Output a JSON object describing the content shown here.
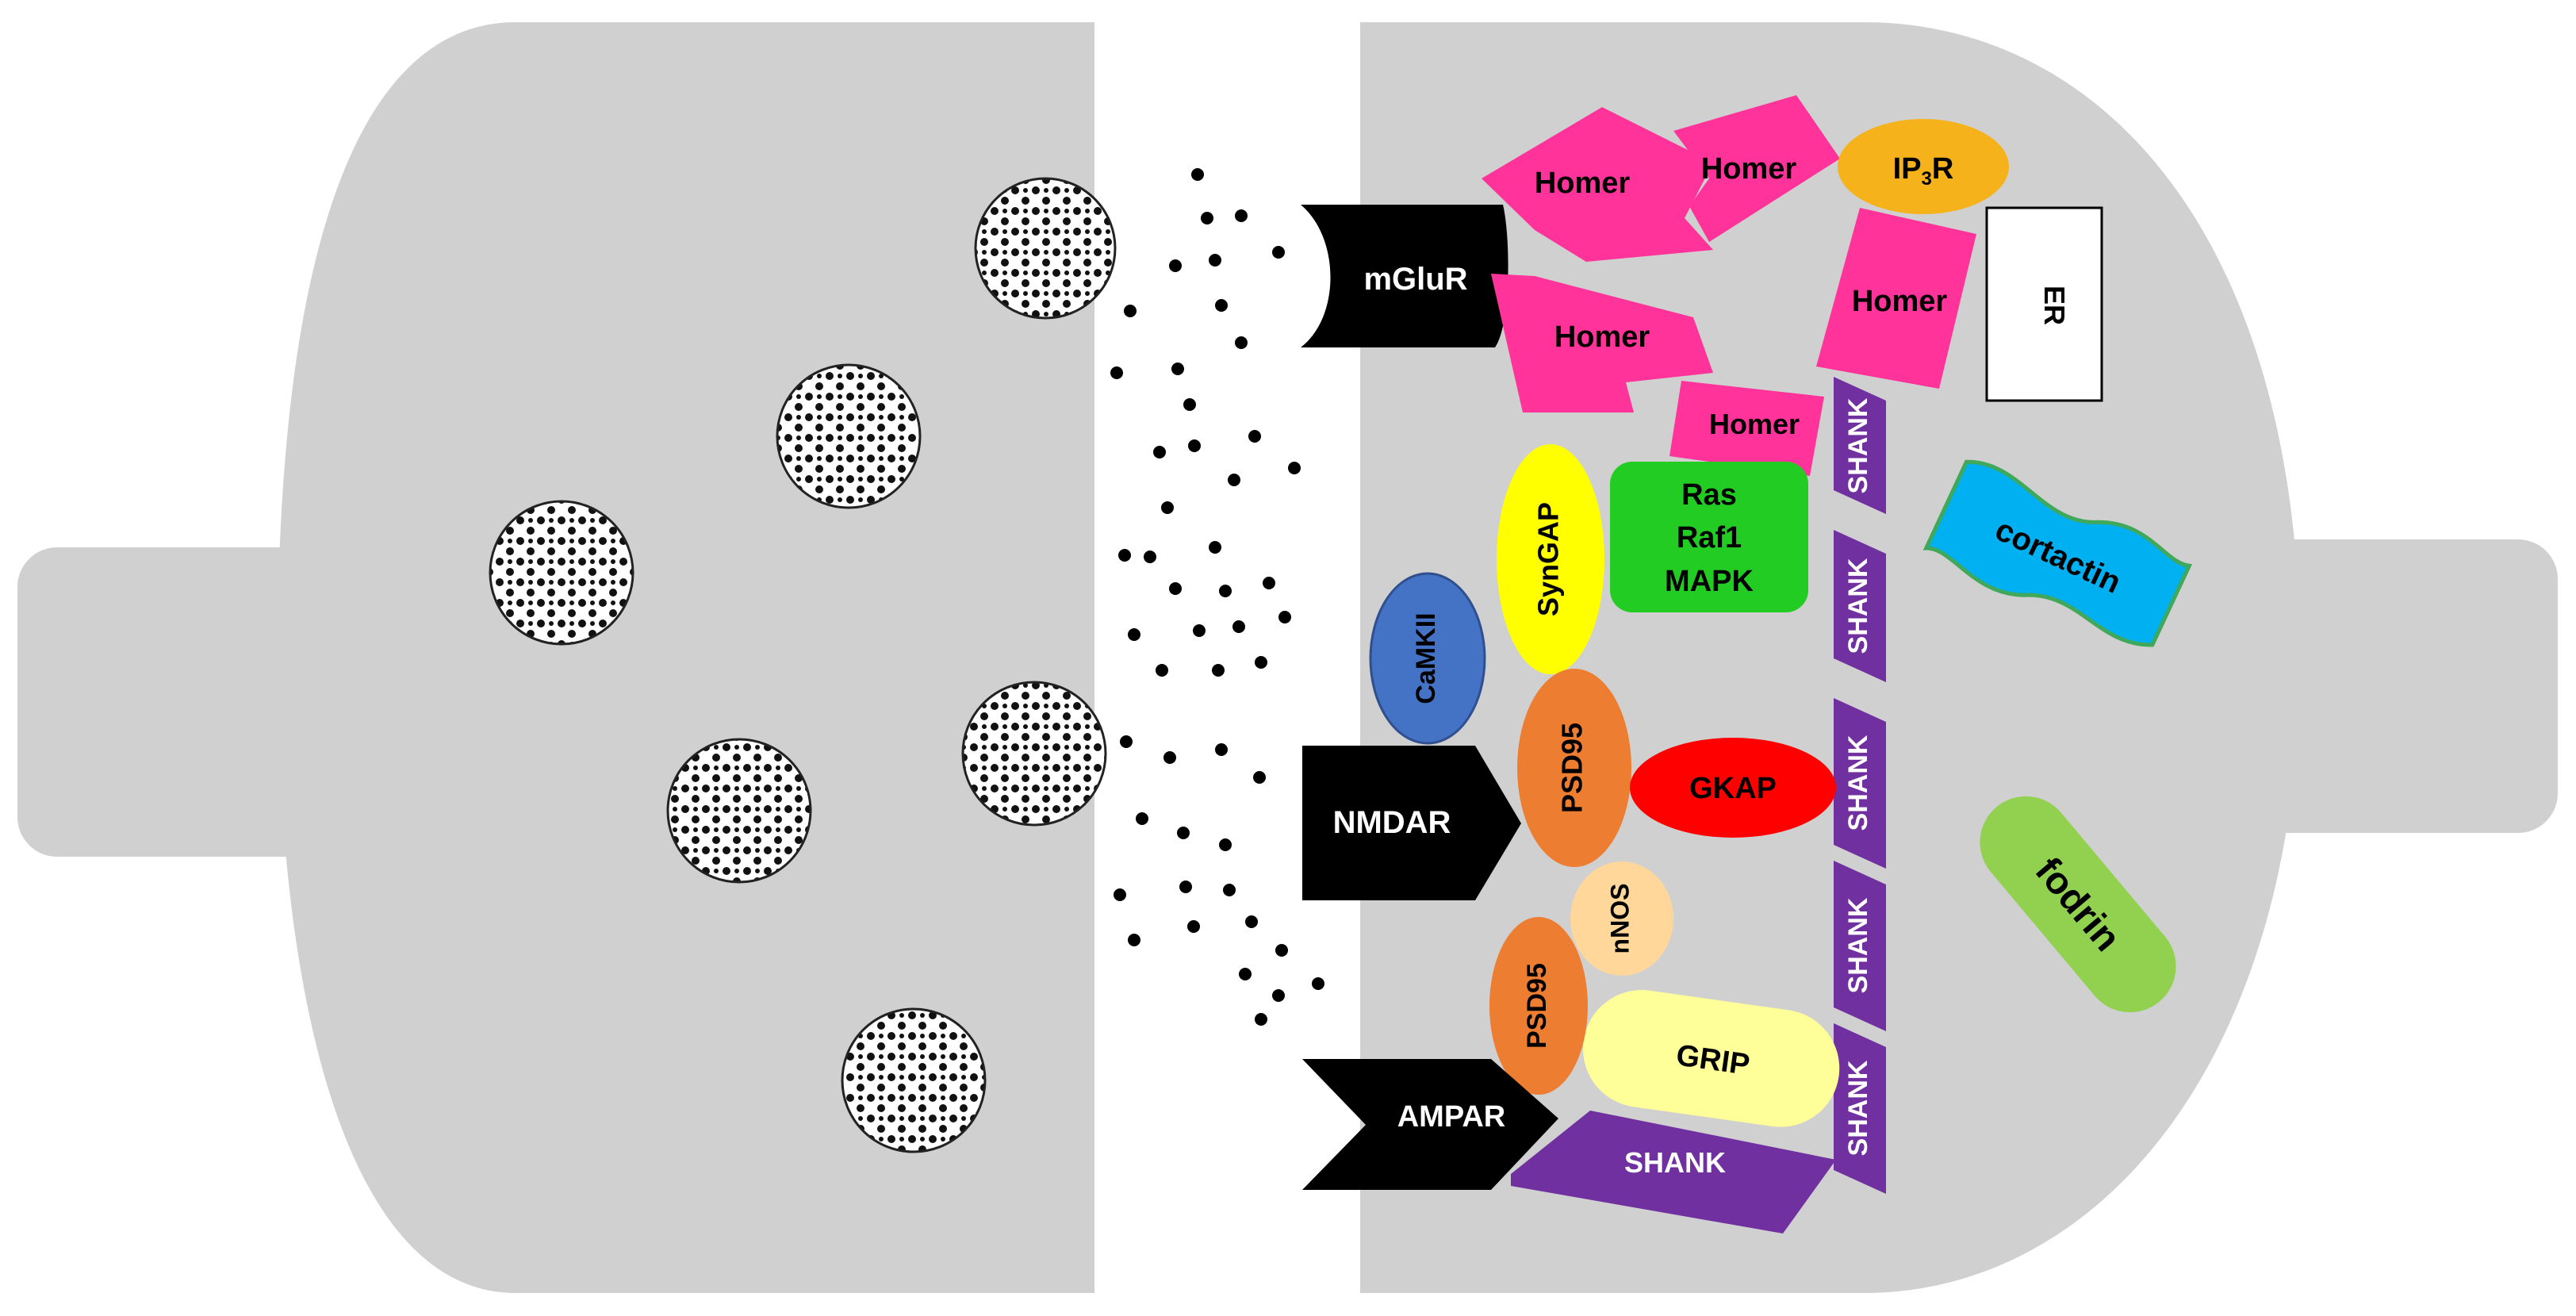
{
  "colors": {
    "cell": "#d0d0d0",
    "homer": "#ff3399",
    "ip3r": "#f5b21a",
    "shank": "#7030a0",
    "cortactin": "#00b0f0",
    "cortactin_edge": "#3fa85a",
    "fodrin": "#92d050",
    "ras": "#22cc22",
    "synGAP": "#ffff00",
    "camkii": "#4472c4",
    "psd95": "#ed7d31",
    "gkap": "#ff0000",
    "nnos": "#ffd79a",
    "grip": "#ffff99",
    "receptor": "#000000",
    "er": "#ffffff"
  },
  "labels": {
    "mglur": "mGluR",
    "homer": "Homer",
    "ip3r_main": "IP",
    "ip3r_sub": "3",
    "ip3r_tail": "R",
    "er": "ER",
    "shank": "SHANK",
    "cortactin": "cortactin",
    "fodrin": "fodrin",
    "ras": "Ras",
    "raf1": "Raf1",
    "mapk": "MAPK",
    "synGAP": "SynGAP",
    "camkii": "CaMKII",
    "psd95": "PSD95",
    "gkap": "GKAP",
    "nmdar": "NMDAR",
    "nnos": "nNOS",
    "grip": "GRIP",
    "ampar": "AMPAR"
  }
}
